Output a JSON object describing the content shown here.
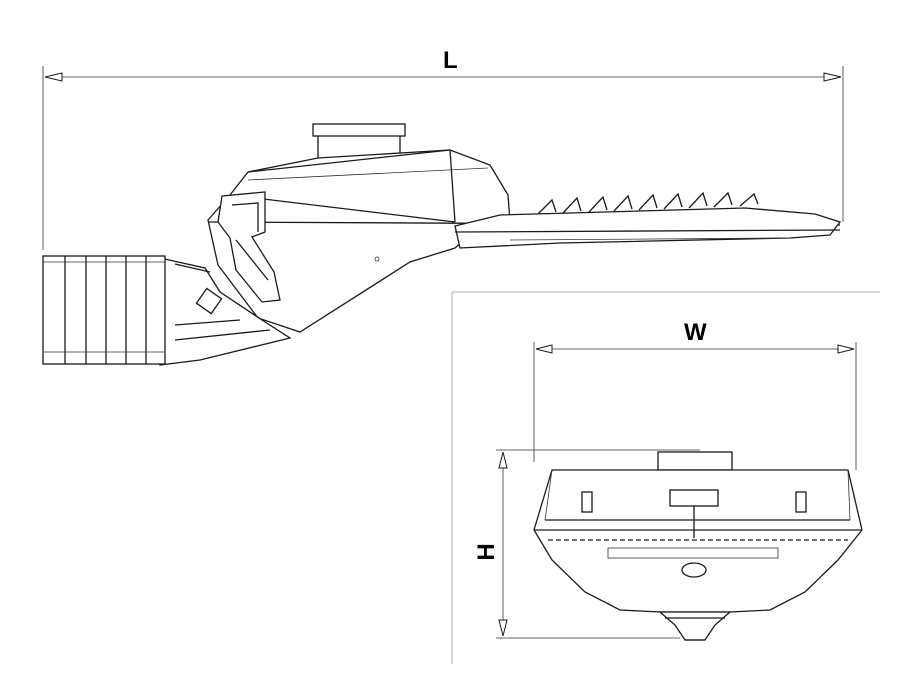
{
  "dimensions": {
    "length_label": "L",
    "width_label": "W",
    "height_label": "H"
  },
  "colors": {
    "line": "#1a1a1a",
    "background": "#ffffff"
  }
}
